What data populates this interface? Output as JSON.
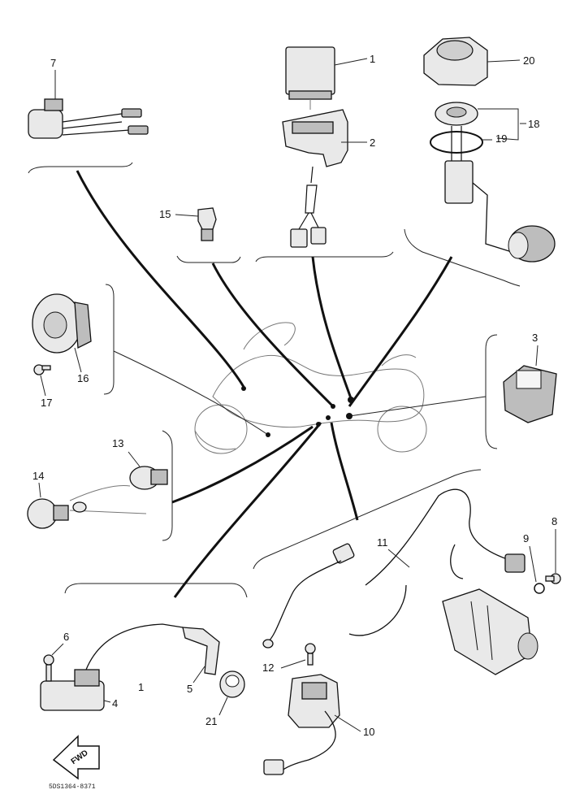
{
  "callouts": {
    "c1": "1",
    "c2": "2",
    "c3": "3",
    "c4": "4",
    "c5": "5",
    "c6": "6",
    "c7": "7",
    "c8": "8",
    "c9": "9",
    "c10": "10",
    "c11": "11",
    "c12": "12",
    "c13": "13",
    "c14": "14",
    "c15": "15",
    "c16": "16",
    "c17": "17",
    "c18": "18",
    "c19": "19",
    "c20": "20",
    "c21": "21",
    "c1b": "1"
  },
  "fwd_label": "FWD",
  "drawing_code": "5DS1364-8371"
}
